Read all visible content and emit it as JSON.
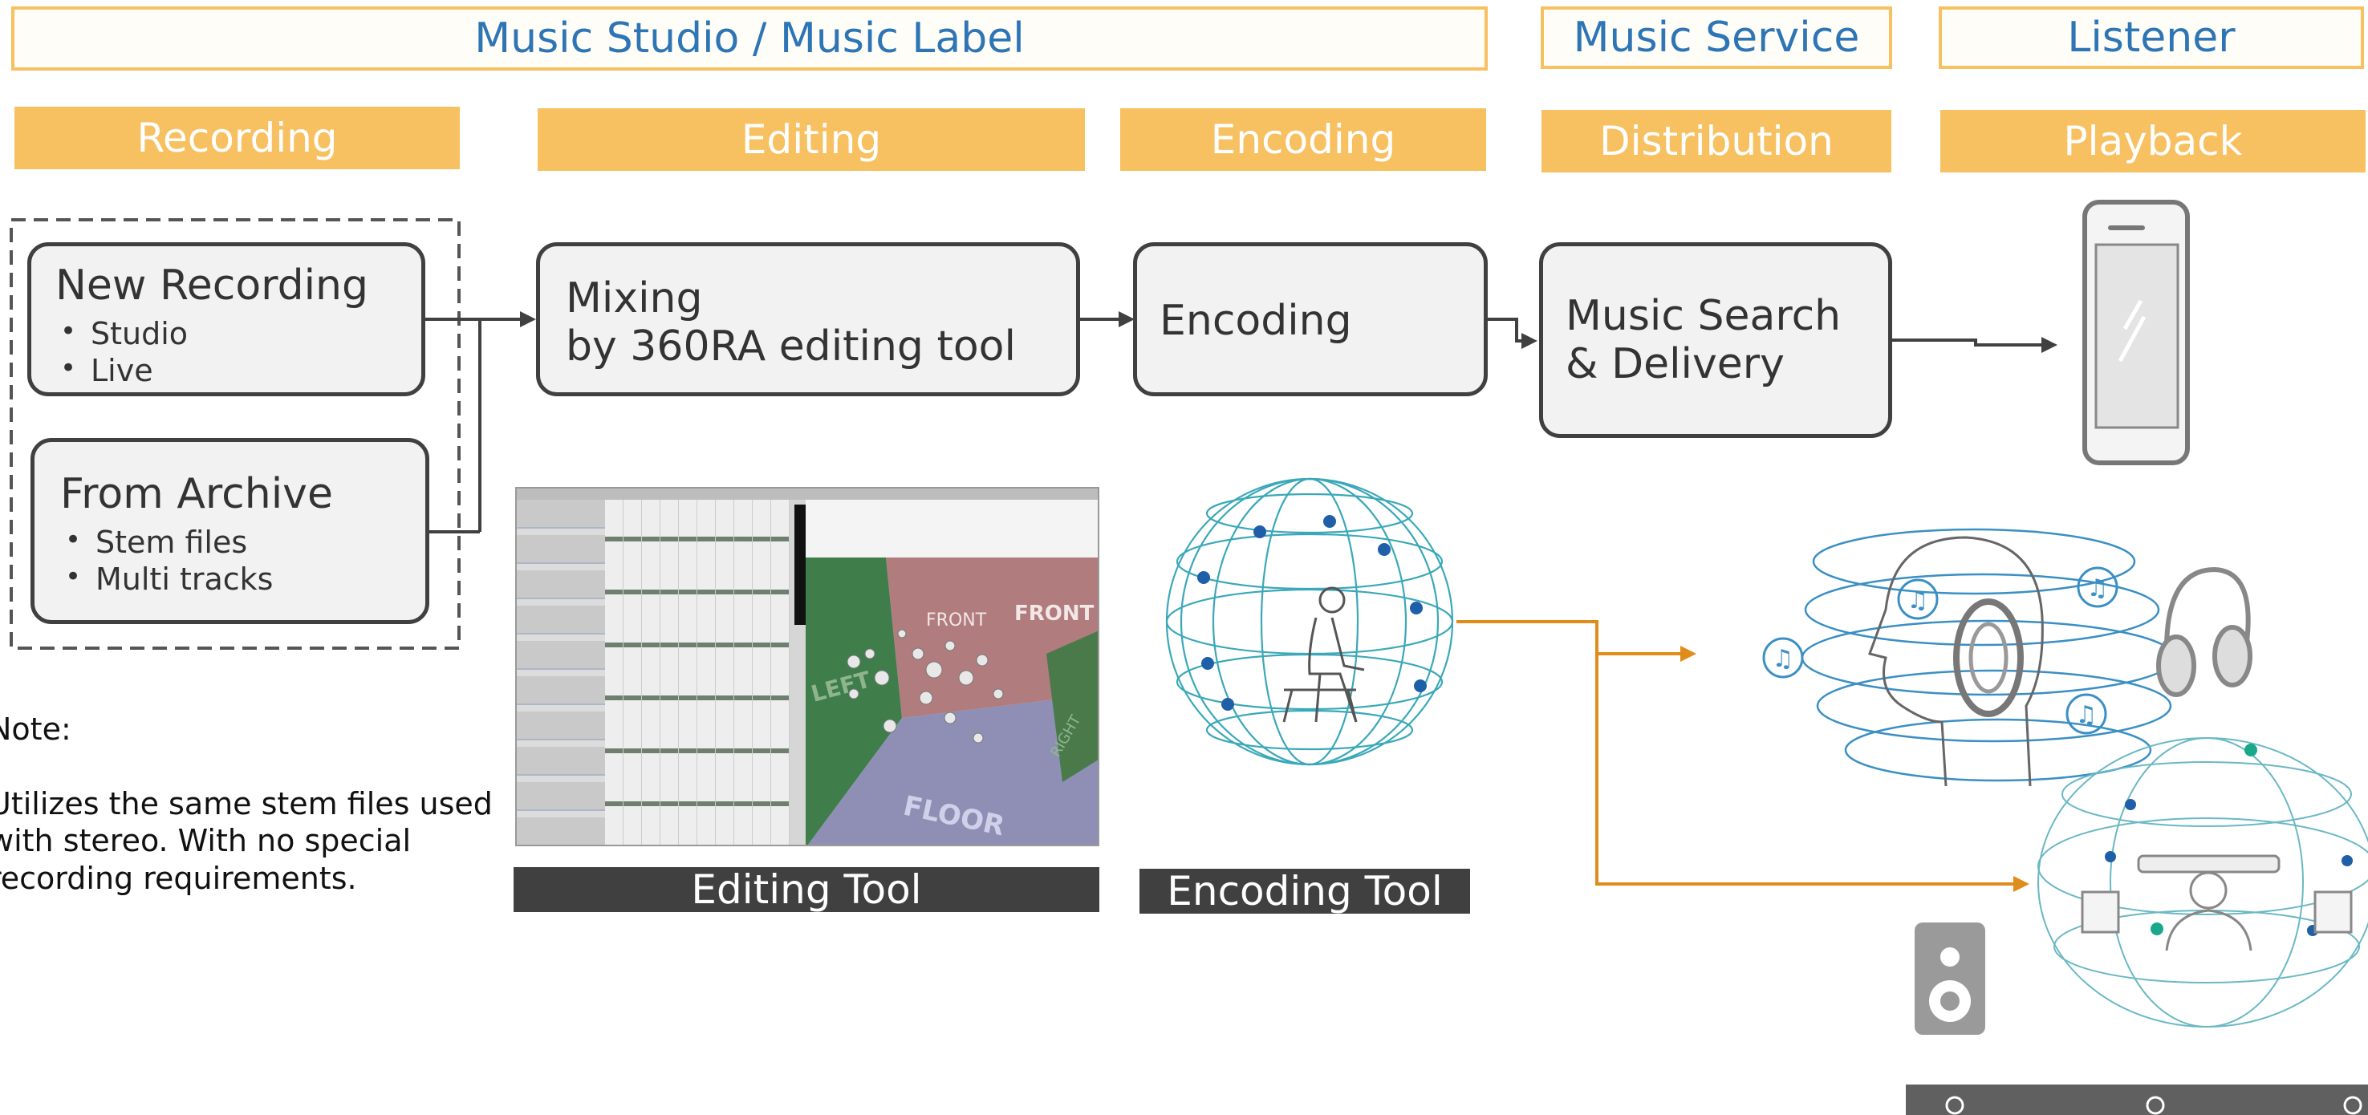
{
  "headers": {
    "studio_label": "Music Studio / Music Label",
    "service": "Music Service",
    "listener": "Listener"
  },
  "stages": {
    "recording": "Recording",
    "editing": "Editing",
    "encoding": "Encoding",
    "distribution": "Distribution",
    "playback": "Playback"
  },
  "boxes": {
    "new_recording": {
      "title": "New Recording",
      "items": [
        "Studio",
        "Live"
      ]
    },
    "from_archive": {
      "title": "From Archive",
      "items": [
        "Stem files",
        "Multi tracks"
      ]
    },
    "mixing": {
      "line1": "Mixing",
      "line2": "by 360RA editing tool"
    },
    "encoding": {
      "title": "Encoding"
    },
    "music_search": {
      "line1": "Music Search",
      "line2": "& Delivery"
    }
  },
  "note": {
    "title": "Note:",
    "text": "Utilizes the same stem files used\nwith stereo. With no special\nrecording requirements."
  },
  "tools": {
    "editing": "Editing Tool",
    "encoding": "Encoding Tool"
  },
  "screenshot_text": {
    "front": "FRONT",
    "left": "LEFT",
    "floor": "FLOOR",
    "right": "RIGHT"
  },
  "colors": {
    "accent_orange": "#f7c061",
    "arrow_orange": "#e08c1a",
    "title_blue": "#2e75b6",
    "dark_gray": "#404040",
    "sphere_teal": "#3aa8b8"
  }
}
